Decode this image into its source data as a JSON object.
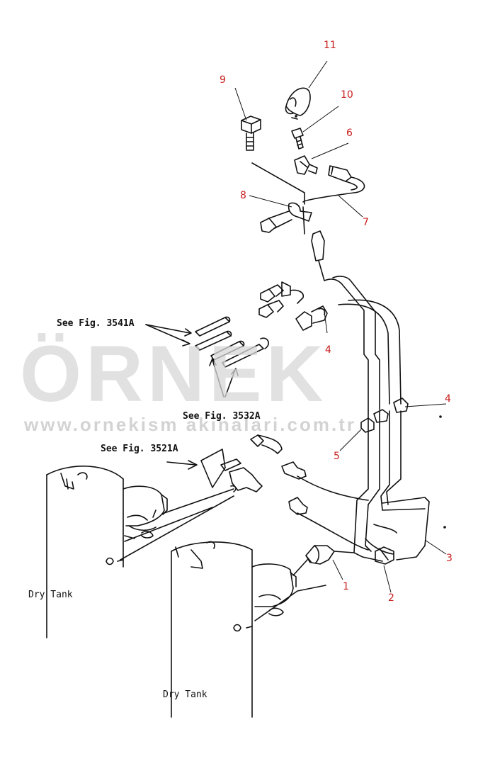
{
  "watermark": {
    "word": "ÖRNEK",
    "url": "www.orneki",
    "url_tail": "sm akinalari.com.tr"
  },
  "references": {
    "fig_3541": "See Fig. 3541A",
    "fig_3532": "See Fig. 3532A",
    "fig_3521": "See Fig. 3521A"
  },
  "tanks": {
    "upper": "Dry Tank",
    "lower": "Dry Tank"
  },
  "callouts": {
    "c1": "1",
    "c2": "2",
    "c3": "3",
    "c4a": "4",
    "c4b": "4",
    "c5": "5",
    "c6": "6",
    "c7": "7",
    "c8": "8",
    "c9": "9",
    "c10": "10",
    "c11": "11"
  },
  "colors": {
    "callout": "#c8201e",
    "line": "#111111",
    "watermark": "#d7d7d7"
  }
}
